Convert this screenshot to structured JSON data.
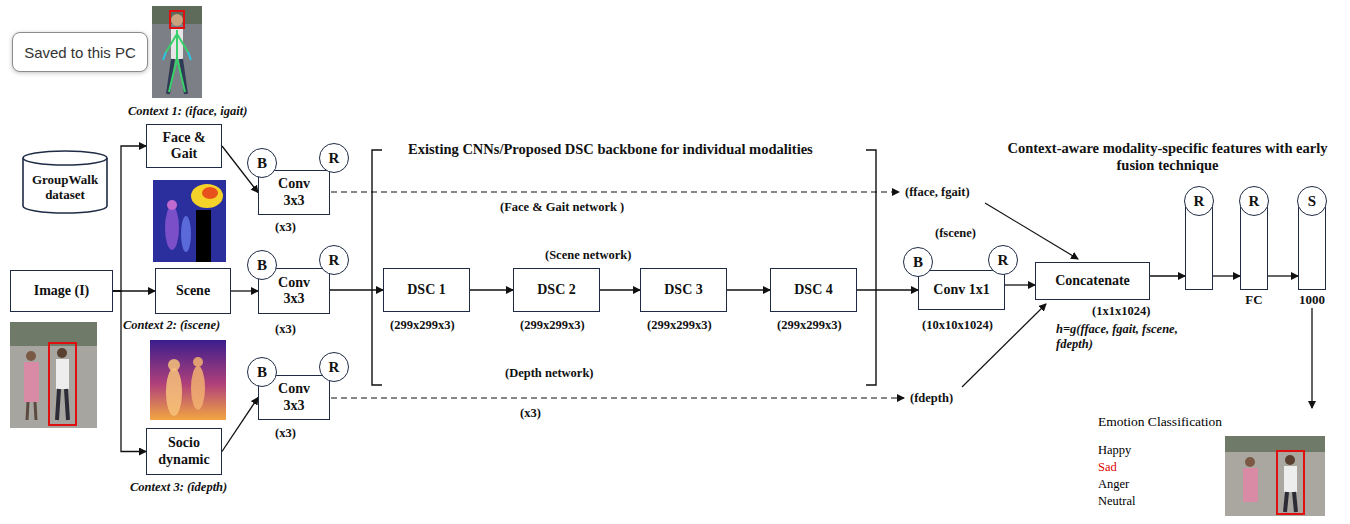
{
  "diagram": {
    "nodes": [
      {
        "text": [
          "Saved to this PC"
        ]
      },
      {
        "text": [
          "Face & Gait"
        ]
      },
      {
        "text": [
          "GroupWalk dataset"
        ]
      },
      {
        "text": [
          "B"
        ]
      },
      {
        "text": [
          "R"
        ]
      },
      {
        "text": [
          "Conv 3x3"
        ]
      },
      {
        "text": [
          "Image (I)"
        ]
      },
      {
        "text": [
          "Scene"
        ]
      },
      {
        "text": [
          "B"
        ]
      },
      {
        "text": [
          "R"
        ]
      },
      {
        "text": [
          "Conv 3x3"
        ]
      },
      {
        "text": [
          "DSC 1"
        ]
      },
      {
        "text": [
          "DSC 2"
        ]
      },
      {
        "text": [
          "DSC 3"
        ]
      },
      {
        "text": [
          "DSC 4"
        ]
      },
      {
        "text": [
          "B"
        ]
      },
      {
        "text": [
          "R"
        ]
      },
      {
        "text": [
          "Conv 1x1"
        ]
      },
      {
        "text": [
          "Concatenate"
        ]
      },
      {
        "text": []
      },
      {
        "text": [
          "R"
        ],
        "in": 19
      },
      {
        "text": [
          "FC"
        ]
      },
      {
        "text": [
          "R"
        ],
        "in": 21
      },
      {
        "text": [
          "1000"
        ]
      },
      {
        "text": [
          "S"
        ],
        "in": 23
      },
      {
        "text": [
          "B"
        ]
      },
      {
        "text": [
          "R"
        ]
      },
      {
        "text": [
          "Conv 3x3"
        ]
      },
      {
        "text": [
          "Socio dynamic"
        ]
      },
      {
        "text": [
          "Emotion Classification",
          "Happy",
          "Sad",
          "Anger",
          "Neutral"
        ]
      }
    ],
    "edges": [
      {
        "from": 6,
        "to": 1,
        "arrow": "to"
      },
      {
        "from": 6,
        "to": 7,
        "arrow": "to"
      },
      {
        "from": 6,
        "to": 28,
        "arrow": "to"
      },
      {
        "from": 1,
        "to": 5,
        "arrow": "to"
      },
      {
        "from": 7,
        "to": 10,
        "arrow": "to"
      },
      {
        "from": 28,
        "to": 27,
        "arrow": "to"
      },
      {
        "from": 10,
        "to": 11,
        "arrow": "to"
      },
      {
        "from": 11,
        "to": 12,
        "arrow": "to"
      },
      {
        "from": 12,
        "to": 13,
        "arrow": "to"
      },
      {
        "from": 13,
        "to": 14,
        "arrow": "to"
      },
      {
        "from": 14,
        "to": 17,
        "arrow": "to"
      },
      {
        "from": 17,
        "to": 18,
        "arrow": "to"
      },
      {
        "from": 18,
        "to": 19,
        "arrow": "to"
      },
      {
        "from": 19,
        "to": 21,
        "arrow": "to"
      },
      {
        "from": 21,
        "to": 23,
        "arrow": "to"
      },
      {
        "from": 23,
        "to": 29,
        "arrow": "to"
      }
    ],
    "labels": [
      "Context 1: (iface, igait)",
      "Existing CNNs/Proposed DSC backbone for individual modalities",
      "Context-aware modality-specific features with early fusion technique",
      "(x3)",
      "(Face & Gait network )",
      "(fface, fgait)",
      "(Scene network)",
      "(fscene)",
      "(x3)",
      "Context 2: (îscene)",
      "(299x299x3)",
      "(299x299x3)",
      "(299x299x3)",
      "(299x299x3)",
      "(10x10x1024)",
      "(1x1x1024)",
      "h=g(fface, fgait, fscene, fdepth)",
      "(Depth network)",
      "(x3)",
      "(x3)",
      "(fdepth)",
      "Context 3: (îdepth)"
    ]
  }
}
